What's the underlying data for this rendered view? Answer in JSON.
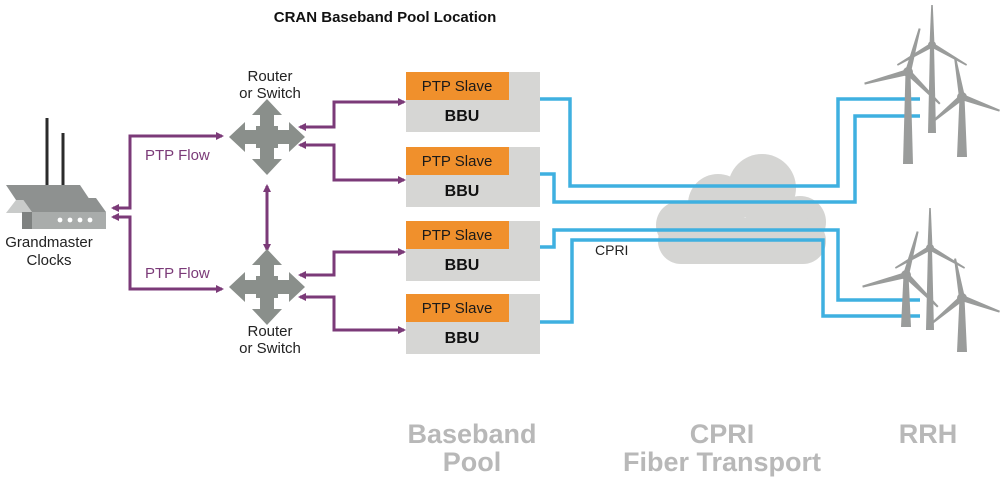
{
  "title": "CRAN Baseband Pool Location",
  "grandmaster": {
    "line1": "Grandmaster",
    "line2": "Clocks"
  },
  "routers": [
    {
      "line1": "Router",
      "line2": "or Switch"
    },
    {
      "line1": "Router",
      "line2": "or Switch"
    }
  ],
  "flows": [
    "PTP Flow",
    "PTP Flow"
  ],
  "bbus": [
    {
      "slave": "PTP Slave",
      "label": "BBU"
    },
    {
      "slave": "PTP Slave",
      "label": "BBU"
    },
    {
      "slave": "PTP Slave",
      "label": "BBU"
    },
    {
      "slave": "PTP Slave",
      "label": "BBU"
    }
  ],
  "cpri_label": "CPRI",
  "sections": {
    "baseband": {
      "line1": "Baseband",
      "line2": "Pool"
    },
    "cpri": {
      "line1": "CPRI",
      "line2": "Fiber Transport"
    },
    "rrh": {
      "line1": "RRH"
    }
  },
  "colors": {
    "ptp": "#7b3a78",
    "fiber": "#3fb0e0",
    "slave": "#f0902c",
    "bbu": "#d6d6d4",
    "router": "#8a8f8b",
    "cloud": "#d5d5d3",
    "section_text": "#b8b8b8"
  }
}
